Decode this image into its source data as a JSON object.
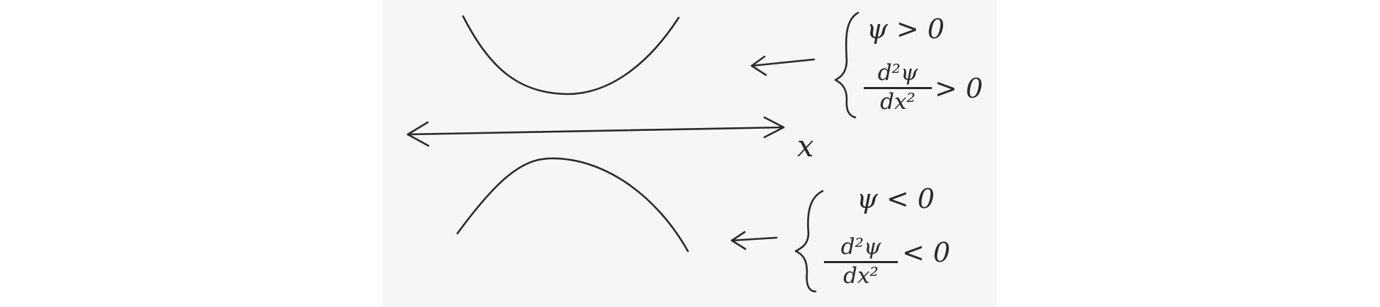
{
  "axis": {
    "label": "x"
  },
  "upper_condition": {
    "psi": "ψ > 0",
    "numerator": "d²ψ",
    "denominator": "dx²",
    "relation": "> 0"
  },
  "lower_condition": {
    "psi": "ψ < 0",
    "numerator": "d²ψ",
    "denominator": "dx²",
    "relation": "< 0"
  },
  "colors": {
    "ink": "#2a2a2a",
    "paper": "#f6f6f6",
    "background": "#ffffff"
  }
}
